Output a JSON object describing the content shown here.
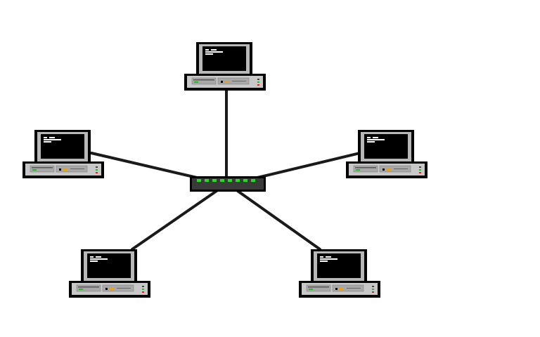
{
  "diagram": {
    "topology": "star",
    "hub": {
      "icon": "network-switch-icon",
      "port_led_count": 8,
      "colors": {
        "body": "#3a3a3a",
        "led": "#22dd22",
        "outline": "#000000"
      }
    },
    "nodes": [
      {
        "id": "top",
        "icon": "desktop-computer-icon"
      },
      {
        "id": "left",
        "icon": "desktop-computer-icon"
      },
      {
        "id": "right",
        "icon": "desktop-computer-icon"
      },
      {
        "id": "bottom-left",
        "icon": "desktop-computer-icon"
      },
      {
        "id": "bottom-right",
        "icon": "desktop-computer-icon"
      }
    ],
    "colors": {
      "cable": "#1a1a1a",
      "monitor_frame": "#b8b8b8",
      "screen": "#000000",
      "screen_text": "#ffffff",
      "base": "#c8c8c8",
      "led_green": "#22bb22",
      "led_orange": "#e8a020",
      "led_red": "#dd2222"
    }
  }
}
